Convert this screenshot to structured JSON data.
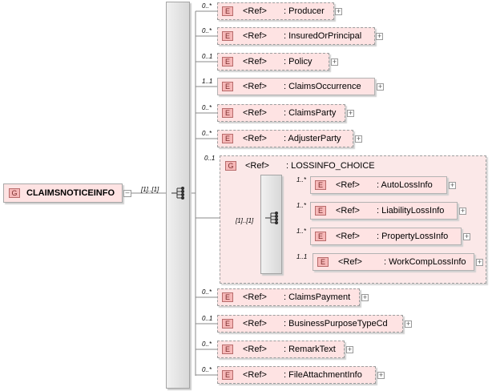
{
  "root": {
    "badge": "G",
    "name": "CLAIMSNOTICEINFO",
    "multiplicity": "[1]..[1]"
  },
  "top_elements": [
    {
      "badge": "E",
      "ref": "<Ref>",
      "name": ": Producer",
      "multiplicity": "0..*",
      "optional": true
    },
    {
      "badge": "E",
      "ref": "<Ref>",
      "name": ": InsuredOrPrincipal",
      "multiplicity": "0..*",
      "optional": true
    },
    {
      "badge": "E",
      "ref": "<Ref>",
      "name": ": Policy",
      "multiplicity": "0..1",
      "optional": true
    },
    {
      "badge": "E",
      "ref": "<Ref>",
      "name": ": ClaimsOccurrence",
      "multiplicity": "1..1",
      "optional": false
    },
    {
      "badge": "E",
      "ref": "<Ref>",
      "name": ": ClaimsParty",
      "multiplicity": "0..*",
      "optional": true
    },
    {
      "badge": "E",
      "ref": "<Ref>",
      "name": ": AdjusterParty",
      "multiplicity": "0..*",
      "optional": true
    }
  ],
  "choice_group": {
    "badge": "G",
    "ref": "<Ref>",
    "name": ": LOSSINFO_CHOICE",
    "multiplicity": "0..1",
    "inner_multiplicity": "[1]..[1]",
    "items": [
      {
        "badge": "E",
        "ref": "<Ref>",
        "name": ": AutoLossInfo",
        "multiplicity": "1..*",
        "optional": false
      },
      {
        "badge": "E",
        "ref": "<Ref>",
        "name": ": LiabilityLossInfo",
        "multiplicity": "1..*",
        "optional": false
      },
      {
        "badge": "E",
        "ref": "<Ref>",
        "name": ": PropertyLossInfo",
        "multiplicity": "1..*",
        "optional": false
      },
      {
        "badge": "E",
        "ref": "<Ref>",
        "name": ": WorkCompLossInfo",
        "multiplicity": "1..1",
        "optional": false
      }
    ]
  },
  "bottom_elements": [
    {
      "badge": "E",
      "ref": "<Ref>",
      "name": ": ClaimsPayment",
      "multiplicity": "0..*",
      "optional": true
    },
    {
      "badge": "E",
      "ref": "<Ref>",
      "name": ": BusinessPurposeTypeCd",
      "multiplicity": "0..1",
      "optional": true
    },
    {
      "badge": "E",
      "ref": "<Ref>",
      "name": ": RemarkText",
      "multiplicity": "0..*",
      "optional": true
    },
    {
      "badge": "E",
      "ref": "<Ref>",
      "name": ": FileAttachmentInfo",
      "multiplicity": "0..*",
      "optional": true
    }
  ],
  "expand_symbol": "+",
  "colors": {
    "element_fill": "#fee3e3",
    "badge_fill": "#f6b8b8",
    "connector": "#888888"
  }
}
